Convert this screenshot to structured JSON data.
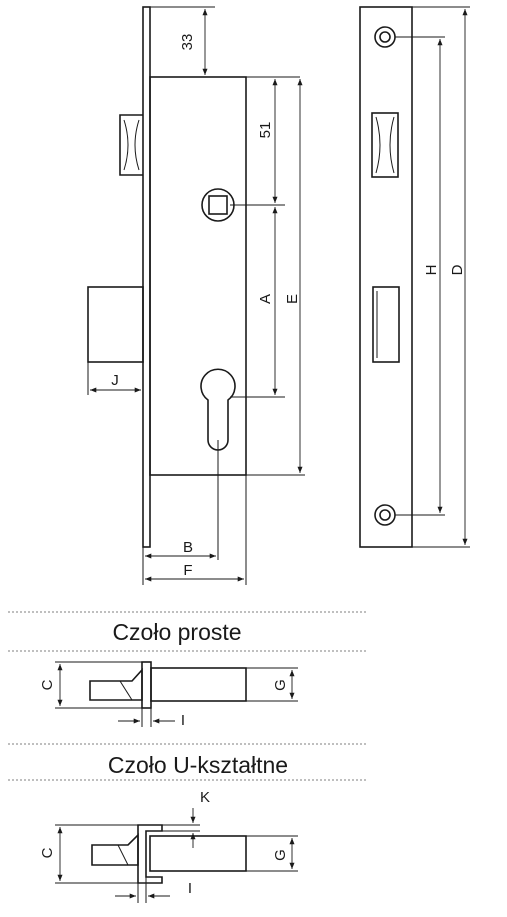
{
  "dimensions": {
    "top_offset": "33",
    "follower_offset": "51",
    "A": "A",
    "E": "E",
    "H": "H",
    "D": "D",
    "J": "J",
    "B": "B",
    "F": "F"
  },
  "section_straight": {
    "title": "Czoło proste",
    "C": "C",
    "G": "G",
    "I": "I"
  },
  "section_u": {
    "title": "Czoło U-kształtne",
    "C": "C",
    "G": "G",
    "I": "I",
    "K": "K"
  }
}
